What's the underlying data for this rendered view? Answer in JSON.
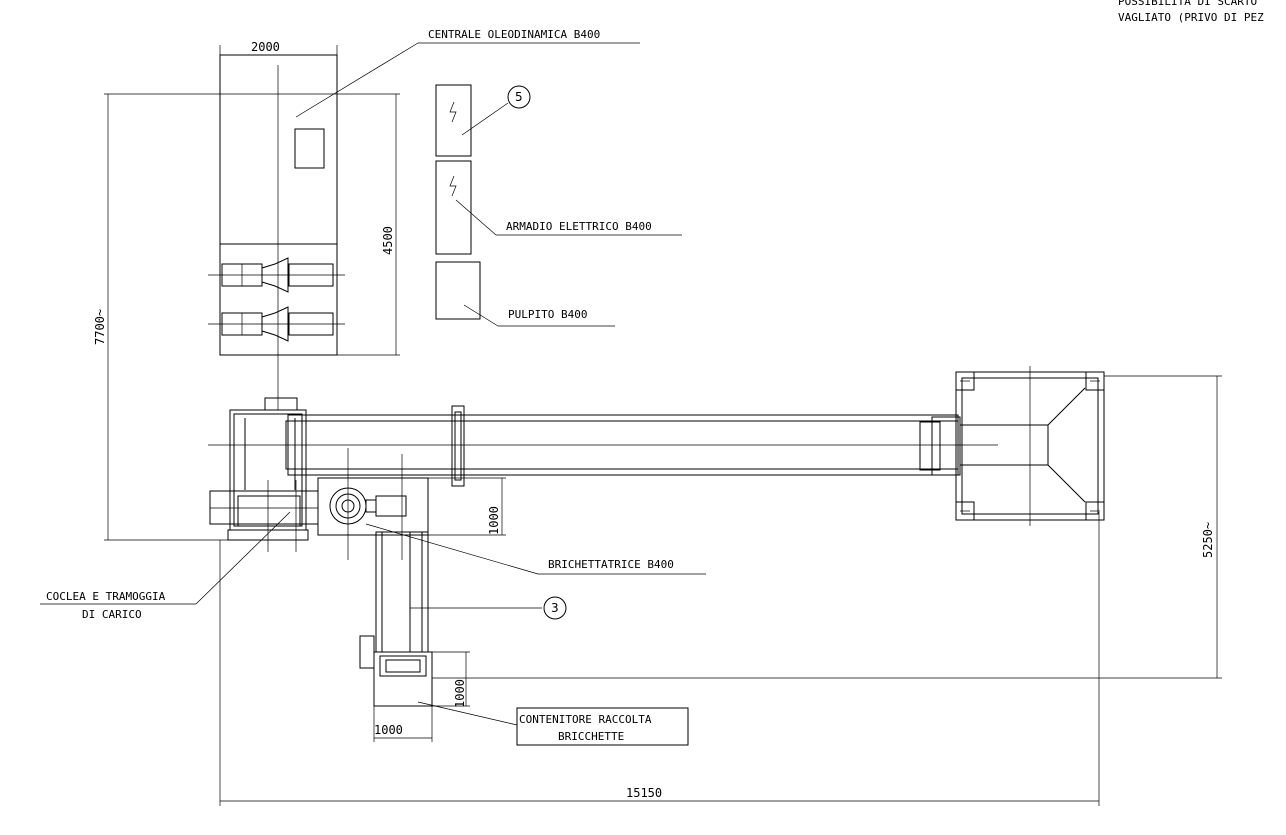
{
  "header": {
    "line1": "POSSIBILITÀ DI SCARTO",
    "line2": "VAGLIATO (PRIVO DI PEZ"
  },
  "labels": {
    "centrale": "CENTRALE OLEODINAMICA B400",
    "armadio": "ARMADIO ELETTRICO B400",
    "pulpito": "PULPITO B400",
    "brichettatrice": "BRICHETTATRICE  B400",
    "coclea_line1": "COCLEA E TRAMOGGIA",
    "coclea_line2": "DI CARICO",
    "contenitore_line1": "CONTENITORE RACCOLTA",
    "contenitore_line2": "BRICCHETTE"
  },
  "callouts": {
    "item5": "5",
    "item3": "3"
  },
  "dimensions": {
    "width_top": "2000",
    "height_4500": "4500",
    "height_7700": "7700~",
    "height_1000_a": "1000",
    "height_5250": "5250~",
    "height_1000_b": "1000",
    "width_1000": "1000",
    "width_total": "15150"
  }
}
